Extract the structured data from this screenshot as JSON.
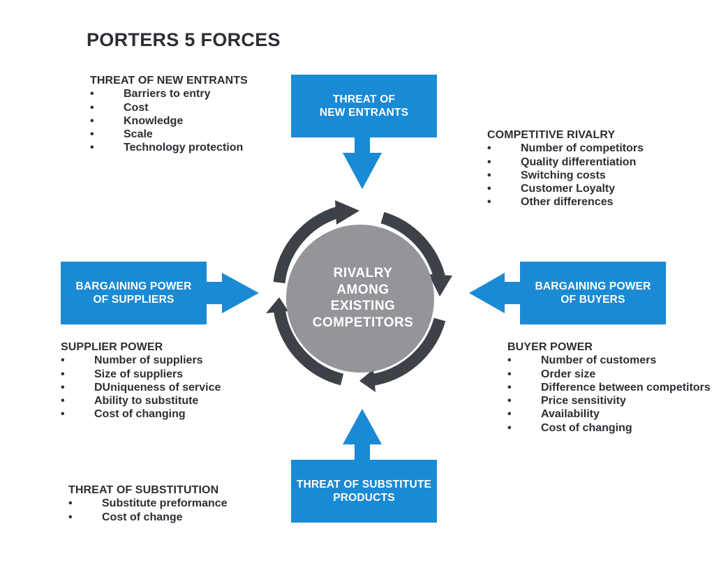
{
  "title": "PORTERS 5 FORCES",
  "center": {
    "lines": [
      "RIVALRY",
      "AMONG",
      "EXISTING",
      "COMPETITORS"
    ]
  },
  "boxes": {
    "new_entrants": "THREAT OF\nNEW ENTRANTS",
    "suppliers": "BARGAINING POWER\nOF SUPPLIERS",
    "buyers": "BARGAINING POWER\nOF BUYERS",
    "substitutes": "THREAT OF SUBSTITUTE\nPRODUCTS"
  },
  "lists": {
    "new_entrants": {
      "heading": "THREAT OF NEW ENTRANTS",
      "items": [
        "Barriers to entry",
        "Cost",
        "Knowledge",
        "Scale",
        "Technology protection"
      ]
    },
    "rivalry": {
      "heading": "COMPETITIVE RIVALRY",
      "items": [
        "Number of competitors",
        "Quality differentiation",
        "Switching costs",
        "Customer Loyalty",
        "Other differences"
      ]
    },
    "supplier": {
      "heading": "SUPPLIER POWER",
      "items": [
        "Number of suppliers",
        "Size of suppliers",
        "DUniqueness of service",
        "Ability to substitute",
        "Cost of changing"
      ]
    },
    "buyer": {
      "heading": "BUYER POWER",
      "items": [
        "Number of customers",
        "Order size",
        "Difference between competitors",
        "Price sensitivity",
        "Availability",
        "Cost of changing"
      ]
    },
    "substitution": {
      "heading": "THREAT OF SUBSTITUTION",
      "items": [
        "Substitute preformance",
        "Cost of change"
      ]
    }
  },
  "bullet_char": "•",
  "colors": {
    "box_blue": "#1a8ad4",
    "circle_gray": "#939598",
    "ring_dark": "#3c4248",
    "text_dark": "#2b2e33"
  }
}
